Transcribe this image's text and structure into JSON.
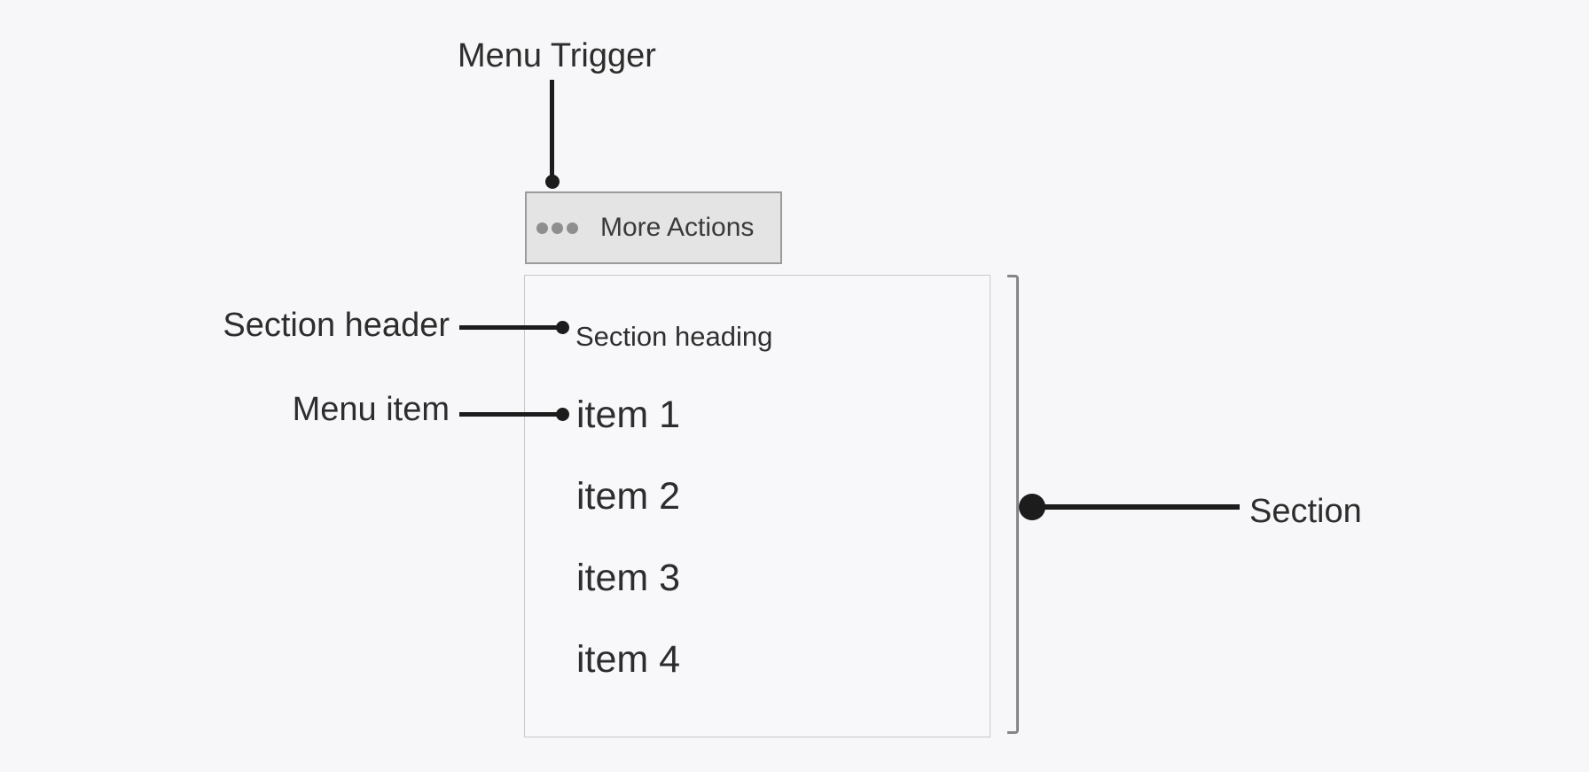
{
  "annotations": {
    "menu_trigger": "Menu Trigger",
    "section_header": "Section header",
    "menu_item": "Menu item",
    "section": "Section"
  },
  "trigger_button": {
    "label": "More Actions",
    "icon": "ellipsis-icon"
  },
  "menu": {
    "section_heading": "Section heading",
    "items": [
      {
        "label": "item 1"
      },
      {
        "label": "item 2"
      },
      {
        "label": "item 3"
      },
      {
        "label": "item 4"
      }
    ]
  },
  "colors": {
    "page_bg": "#f7f7f9",
    "button_bg": "#e4e4e4",
    "button_border": "#9b9b9b",
    "panel_border": "#c9c9c9",
    "callout": "#1c1c1c",
    "bracket": "#85858a",
    "text": "#2d2d2d",
    "ellipsis_dots": "#8e8e8e"
  }
}
